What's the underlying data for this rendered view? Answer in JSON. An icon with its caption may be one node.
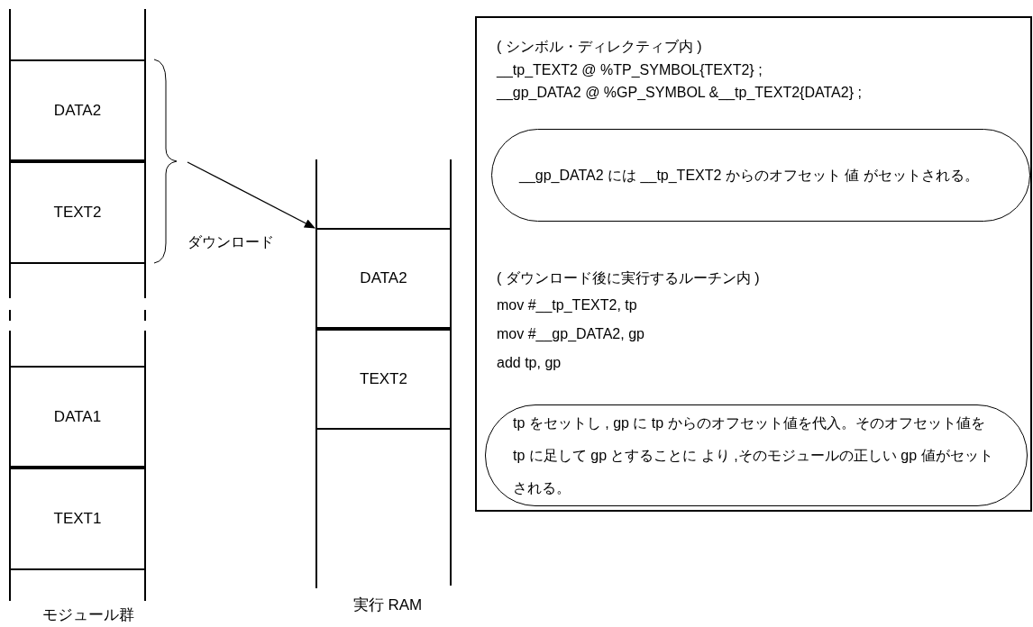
{
  "diagram": {
    "nodes": [
      {
        "text": [
          "DATA2"
        ]
      },
      {
        "text": [
          "TEXT2"
        ]
      },
      {
        "text": [
          "DATA1"
        ]
      },
      {
        "text": [
          "TEXT1"
        ]
      },
      {
        "text": [
          "DATA2"
        ]
      },
      {
        "text": [
          "TEXT2"
        ]
      },
      {
        "text": [
          "( シンボル・ディレクティブ内 )",
          "__tp_TEXT2 @ %TP_SYMBOL{TEXT2} ;",
          "__gp_DATA2 @ %GP_SYMBOL &__tp_TEXT2{DATA2} ;",
          "( ダウンロード後に実行するルーチン内 )",
          "mov #__tp_TEXT2, tp",
          "mov #__gp_DATA2, gp",
          "add tp, gp"
        ]
      },
      {
        "text": [
          "__gp_DATA2 には __tp_TEXT2 からのオフセット 値 がセットされる。"
        ],
        "in": 6
      },
      {
        "text": [
          "tp をセットし , gp に tp からのオフセット値を代入。そのオフセット値を tp に足して gp とすることに より ,そのモジュールの正しい gp 値がセットされる。"
        ],
        "in": 6
      }
    ],
    "edges": [
      {
        "from": null,
        "to": 4,
        "arrow": "to",
        "label": "ダウンロード"
      }
    ],
    "labels": [
      "モジュール群",
      "実行 RAM"
    ]
  }
}
